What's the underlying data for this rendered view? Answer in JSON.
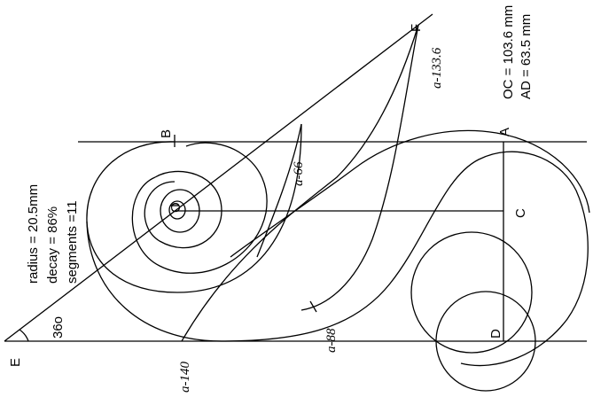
{
  "params": {
    "radius": "radius = 20.5mm",
    "decay": "decay =  86%",
    "segments": "segments =11"
  },
  "angle": "36o",
  "measurements": {
    "oc": "OC = 103.6 mm",
    "ad": "AD = 63.5 mm"
  },
  "points": {
    "e": "E",
    "b": "B",
    "o": "O",
    "a": "A",
    "c": "C",
    "d": "D",
    "f": "F"
  },
  "arcs": {
    "a66": "a-66",
    "a133": "a-133.6",
    "a88": "a-88",
    "a140": "a-140"
  }
}
